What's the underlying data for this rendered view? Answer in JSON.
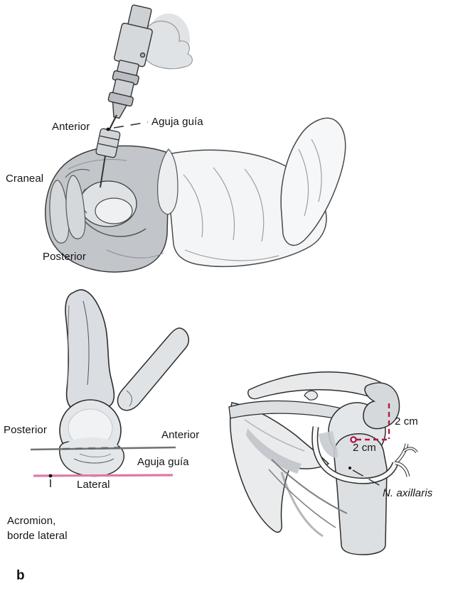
{
  "panel": {
    "label": "b"
  },
  "colors": {
    "lateral_line_pink": "#dd7aa5",
    "measurement_crimson": "#b01945"
  },
  "top_view": {
    "anterior": "Anterior",
    "guide_needle": "Aguja guía",
    "cranial": "Craneal",
    "posterior": "Posterior"
  },
  "lateral_view": {
    "posterior": "Posterior",
    "anterior": "Anterior",
    "guide_needle": "Aguja guía",
    "lateral": "Lateral",
    "acromion_line1": "Acromion,",
    "acromion_line2": "borde lateral"
  },
  "anterior_view": {
    "distance_vertical": "2 cm",
    "distance_horizontal": "2 cm",
    "nerve": "N. axillaris"
  }
}
